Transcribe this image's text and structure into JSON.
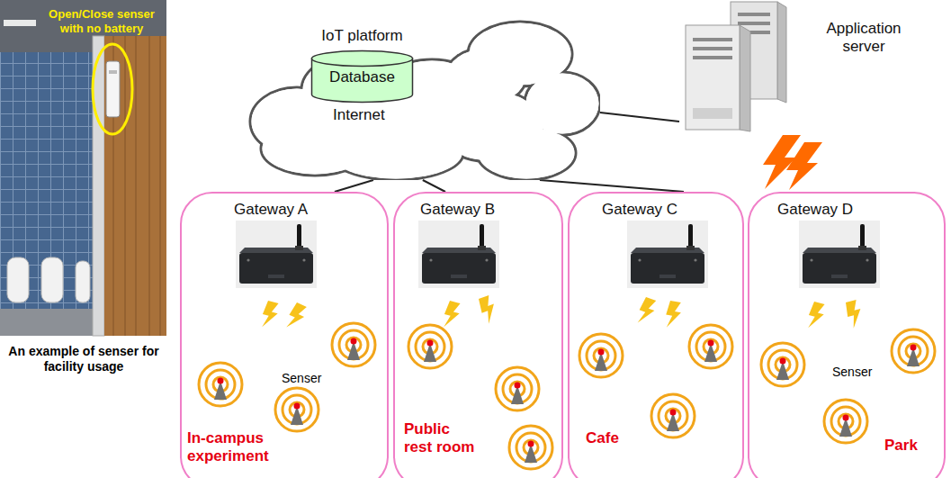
{
  "diagram": {
    "nodes": [
      {
        "text": [
          "Internet"
        ]
      },
      {
        "text": [
          "IoT platform",
          "Database"
        ],
        "in": 0
      },
      {
        "text": [
          "Application server"
        ]
      },
      {
        "text": [
          "Gateway A",
          "In-campus experiment"
        ]
      },
      {
        "text": [
          "Gateway B",
          "Public rest room"
        ]
      },
      {
        "text": [
          "Gateway C",
          "Cafe"
        ]
      },
      {
        "text": [
          "Gateway D",
          "Park"
        ]
      }
    ],
    "edges": [
      {
        "from": 0,
        "to": 3,
        "arrow": "none"
      },
      {
        "from": 0,
        "to": 4,
        "arrow": "none"
      },
      {
        "from": 0,
        "to": 5,
        "arrow": "none"
      },
      {
        "from": 0,
        "to": 2,
        "arrow": "none"
      }
    ],
    "labels": [
      "Open/Close senser with no battery",
      "An example of senser for facility usage",
      "Senser",
      "Senser"
    ]
  }
}
